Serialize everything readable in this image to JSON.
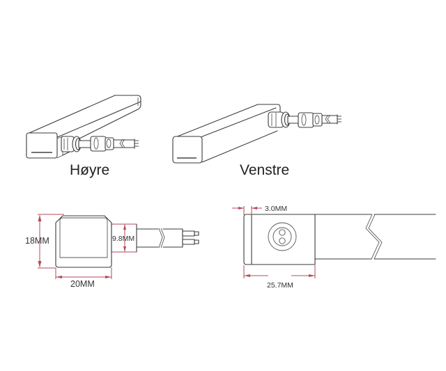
{
  "diagram": {
    "views": [
      {
        "id": "right",
        "label": "Høyre"
      },
      {
        "id": "left",
        "label": "Venstre"
      }
    ],
    "end_view_dimensions": {
      "height": "18MM",
      "width": "20MM",
      "cable_height": "9.8MM"
    },
    "side_view_dimensions": {
      "cap_thickness": "3.0MM",
      "cap_length": "25.7MM"
    },
    "colors": {
      "line": "#3a3a3a",
      "dimension": "#b5485a",
      "background": "#ffffff"
    }
  }
}
